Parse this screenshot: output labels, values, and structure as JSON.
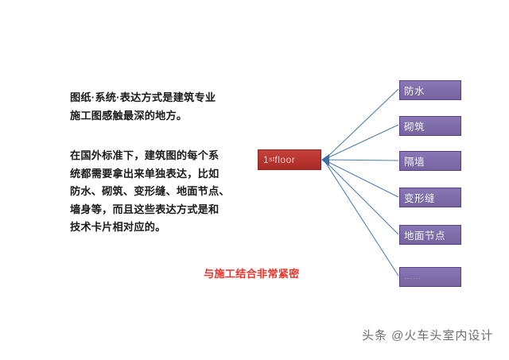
{
  "slide": {
    "background_color": "#ffffff",
    "paragraphs": [
      {
        "id": "para-1",
        "text": "图纸·系统·表达方式是建筑专业\n施工图感触最深的地方。"
      },
      {
        "id": "para-2",
        "text": "在国外标准下，建筑图的每个系\n统都需要拿出来单独表达，比如\n防水、砌筑、变形缝、地面节点、\n墙身等，而且这些表达方式是和\n技术卡片相对应的。"
      }
    ],
    "red_note": {
      "text": "与施工结合非常紧密",
      "color": "#e8342a"
    },
    "diagram": {
      "center_node": {
        "label_prefix": "1",
        "label_sup": "st",
        "label_suffix": " floor",
        "fill_color": "#b8352f",
        "border_color": "#8d2520",
        "text_color": "#f0c9c6"
      },
      "branch_nodes": [
        {
          "label": "防水",
          "fill_color": "#7e6dab",
          "border_color": "#5b3f86"
        },
        {
          "label": "砌筑",
          "fill_color": "#7e6dab",
          "border_color": "#5b3f86"
        },
        {
          "label": "隔墙",
          "fill_color": "#7e6dab",
          "border_color": "#5b3f86"
        },
        {
          "label": "变形缝",
          "fill_color": "#7e6dab",
          "border_color": "#5b3f86"
        },
        {
          "label": "地面节点",
          "fill_color": "#7e6dab",
          "border_color": "#5b3f86"
        },
        {
          "label": "……",
          "fill_color": "#7e6dab",
          "border_color": "#5b3f86"
        }
      ],
      "connector_color": "#4f7fae",
      "arrow_color": "#3b6fa8"
    },
    "watermark": {
      "text": "头条 @火车头室内设计",
      "color": "#6e6e6e"
    }
  }
}
